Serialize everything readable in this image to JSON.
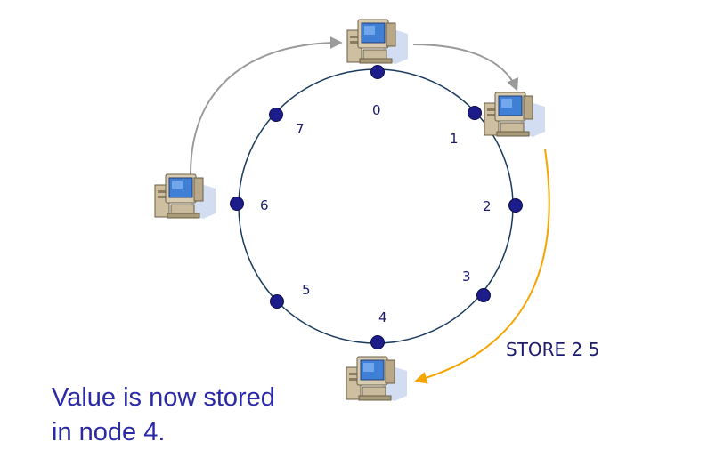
{
  "ring": {
    "nodes": [
      "0",
      "1",
      "2",
      "3",
      "4",
      "5",
      "6",
      "7"
    ]
  },
  "computers": [
    "top",
    "upper-right",
    "left",
    "bottom"
  ],
  "message": "STORE 2 5",
  "caption": {
    "line1": "Value is now stored",
    "line2": "in node 4."
  },
  "colors": {
    "ring": "#1a3a5e",
    "node_fill": "#1c1c8a",
    "arrow_gray": "#9a9a9a",
    "arrow_orange": "#f5a400",
    "caption": "#2a2aa8"
  },
  "icons": [
    "computer-icon"
  ]
}
